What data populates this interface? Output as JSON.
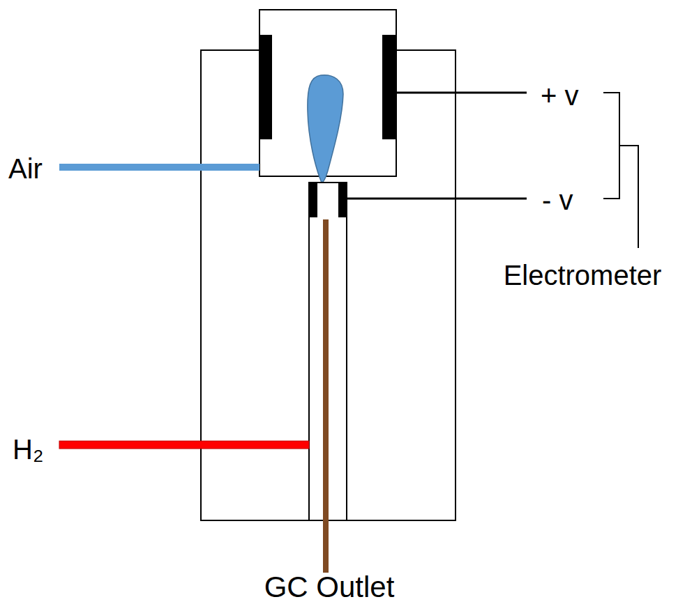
{
  "diagram": {
    "labels": [
      "Air",
      "H₂",
      "+ v",
      "- v",
      "Electrometer",
      "GC Outlet"
    ]
  }
}
